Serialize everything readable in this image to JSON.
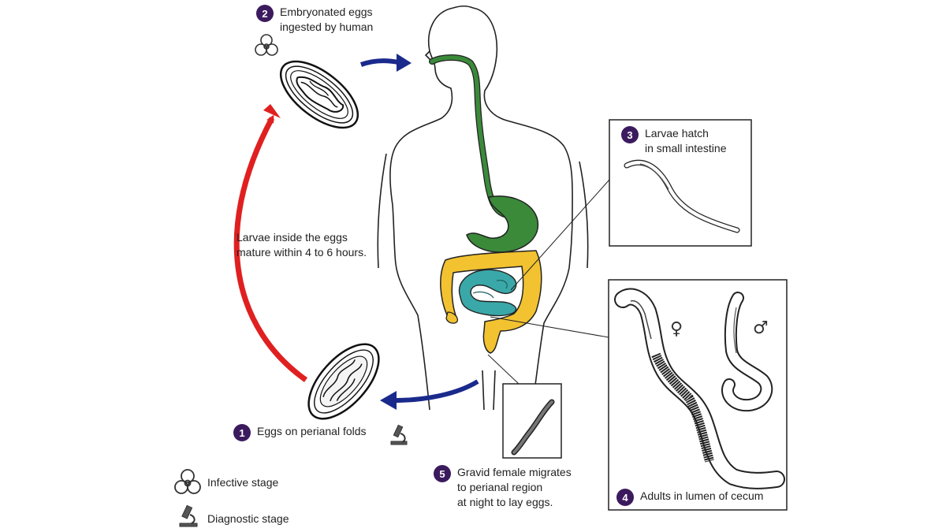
{
  "steps": [
    {
      "num": "1",
      "lines": [
        "Eggs on perianal folds"
      ]
    },
    {
      "num": "2",
      "lines": [
        "Embryonated eggs",
        "ingested by human"
      ]
    },
    {
      "num": "3",
      "lines": [
        "Larvae hatch",
        "in small intestine"
      ]
    },
    {
      "num": "4",
      "lines": [
        "Adults in lumen of cecum"
      ]
    },
    {
      "num": "5",
      "lines": [
        "Gravid female migrates",
        "to perianal region",
        "at night to lay eggs."
      ]
    }
  ],
  "maturation_note": [
    "Larvae inside the eggs",
    "mature within 4 to 6 hours."
  ],
  "legend": {
    "infective": "Infective stage",
    "diagnostic": "Diagnostic stage"
  },
  "sex_symbols": {
    "female": "♀",
    "male": "♂"
  },
  "colors": {
    "step_badge": "#3b1a5e",
    "arrow_red": "#e02020",
    "arrow_blue": "#1a2a8c",
    "digestive_green": "#3a8a3a",
    "colon_yellow": "#f2c230",
    "small_intestine_teal": "#3aa8a8",
    "outline": "#222222"
  },
  "icons": [
    "biohazard-icon",
    "microscope-icon"
  ]
}
